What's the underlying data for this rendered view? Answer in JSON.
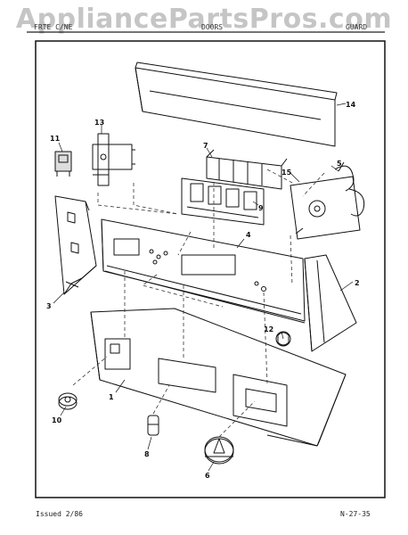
{
  "watermark": "AppliancePartsPros.com",
  "header": {
    "left": "FRTE C/NE",
    "center": "DOORS",
    "right": "GUARD"
  },
  "footer": {
    "left": "Issued 2/86",
    "right": "N-27-35"
  },
  "part_labels": [
    "1",
    "2",
    "3",
    "4",
    "5",
    "6",
    "7",
    "8",
    "9",
    "10",
    "11",
    "12",
    "13",
    "14",
    "15"
  ]
}
